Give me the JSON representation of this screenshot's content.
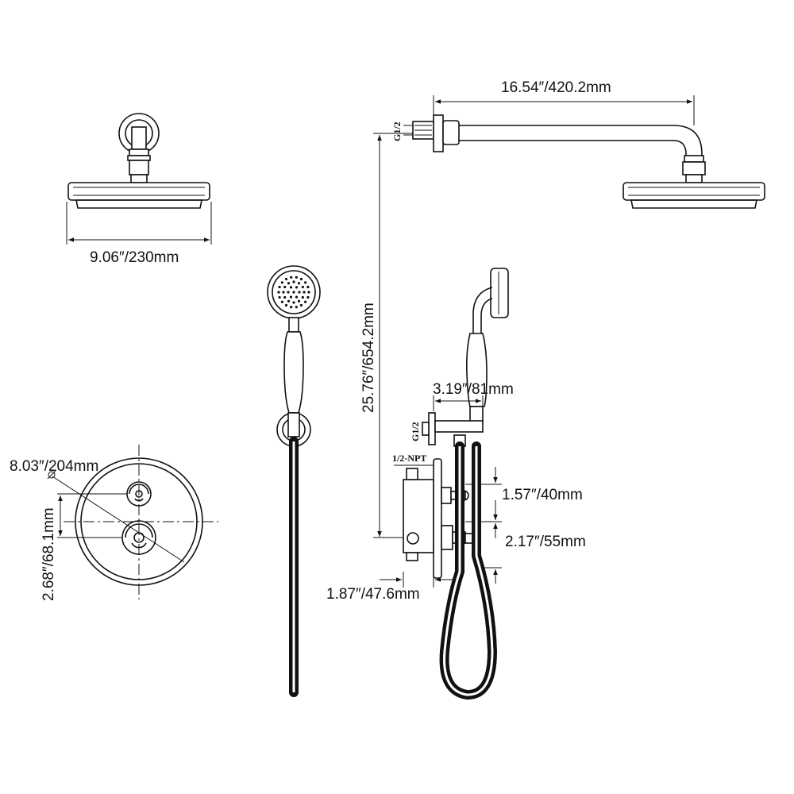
{
  "dimensions": {
    "shower_head_width": "9.06″/230mm",
    "arm_length": "16.54″/420.2mm",
    "total_height": "25.76″/654.2mm",
    "holder_projection": "3.19″/81mm",
    "trim_diameter": "8.03″/204mm",
    "handle_spacing": "2.68″/68.1mm",
    "valve_spacing_upper": "1.57″/40mm",
    "valve_spacing_lower": "2.17″/55mm",
    "valve_depth": "1.87″/47.6mm"
  },
  "thread_labels": {
    "arm_inlet": "G1/2",
    "elbow_outlet": "G1/2",
    "valve_inlet": "1/2-NPT"
  }
}
